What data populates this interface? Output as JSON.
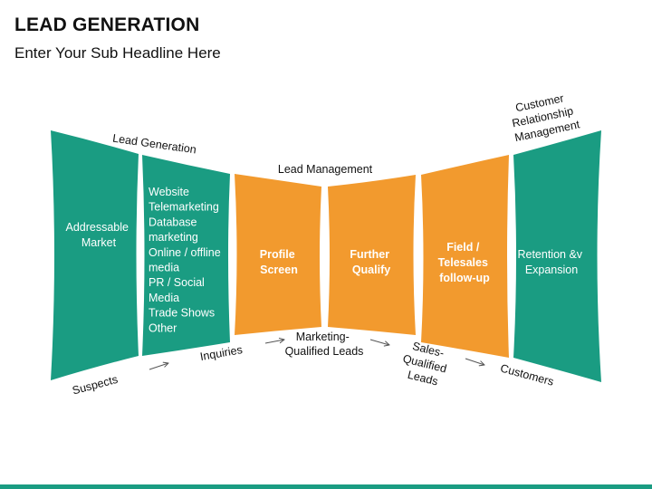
{
  "header": {
    "title": "LEAD GENERATION",
    "subtitle": "Enter Your Sub Headline Here"
  },
  "colors": {
    "teal": "#1a9c82",
    "orange": "#f29a2e",
    "label_text": "#ffffff",
    "annotation_text": "#111111"
  },
  "top_labels": {
    "lead_generation": "Lead Generation",
    "lead_management": "Lead Management",
    "crm_line1": "Customer",
    "crm_line2": "Relationship",
    "crm_line3": "Management"
  },
  "segments": [
    {
      "id": "addressable-market",
      "color": "teal",
      "bold": false,
      "lines": [
        "Addressable",
        "Market"
      ]
    },
    {
      "id": "lead-sources",
      "color": "teal",
      "bold": false,
      "align": "left",
      "lines": [
        "Website",
        "Telemarketing",
        "Database",
        "marketing",
        "Online / offline",
        "media",
        "PR / Social",
        "Media",
        "Trade Shows",
        "Other"
      ]
    },
    {
      "id": "profile-screen",
      "color": "orange",
      "bold": true,
      "lines": [
        "Profile",
        "Screen"
      ]
    },
    {
      "id": "further-qualify",
      "color": "orange",
      "bold": true,
      "lines": [
        "Further",
        "Qualify"
      ]
    },
    {
      "id": "field-telesales",
      "color": "orange",
      "bold": true,
      "lines": [
        "Field /",
        "Telesales",
        "follow-up"
      ]
    },
    {
      "id": "retention-expansion",
      "color": "teal",
      "bold": false,
      "lines": [
        "Retention &v",
        "Expansion"
      ]
    }
  ],
  "stages": {
    "suspects": "Suspects",
    "inquiries": "Inquiries",
    "mql_line1": "Marketing-",
    "mql_line2": "Qualified Leads",
    "sql_line1": "Sales-",
    "sql_line2": "Qualified",
    "sql_line3": "Leads",
    "customers": "Customers"
  }
}
